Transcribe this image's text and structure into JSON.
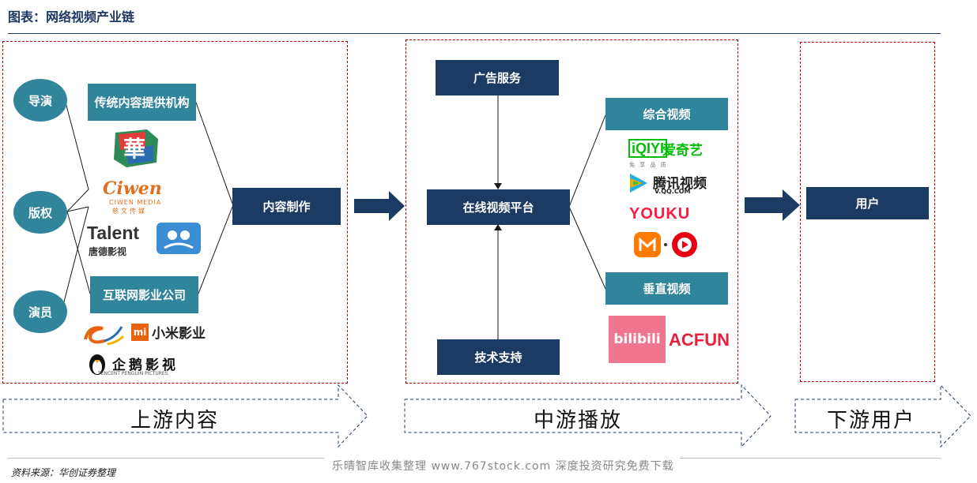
{
  "header": {
    "title": "图表：网络视频产业链"
  },
  "upstream": {
    "roles": [
      "导演",
      "版权",
      "演员"
    ],
    "traditional": "传统内容提供机构",
    "internet": "互联网影业公司",
    "production": "内容制作",
    "logos": {
      "ciwen_title": "Ciwen",
      "ciwen_sub": "CIWEN MEDIA",
      "ciwen_cn": "慈文传媒",
      "talent": "Talent",
      "tangde": "唐德影视",
      "xiaomi": "mi",
      "xiaomi_cn": "小米影业",
      "penguin_cn": "企鹅影视",
      "penguin_en": "TENCENT PENGUIN PICTURES"
    }
  },
  "midstream": {
    "ad": "广告服务",
    "platform": "在线视频平台",
    "tech": "技术支持",
    "general": "综合视频",
    "vertical": "垂直视频",
    "logos": {
      "iqiyi_brand": "iQIYI",
      "iqiyi_cn": "爱奇艺",
      "iqiyi_sub": "免 享 品 质",
      "tencent_cn": "腾讯视频",
      "tencent_sub": "V.QQ.COM",
      "youku": "YOUKU",
      "bilibili": "bilibili",
      "acfun": "ACFUN"
    }
  },
  "downstream": {
    "user": "用户"
  },
  "bands": [
    "上游内容",
    "中游播放",
    "下游用户"
  ],
  "footer": {
    "source": "资料来源：华创证券整理",
    "watermark": "乐晴智库收集整理 www.767stock.com 深度投资研究免费下载"
  },
  "colors": {
    "navy": "#1c3b63",
    "teal": "#31859b",
    "region_border": "#c00000"
  }
}
